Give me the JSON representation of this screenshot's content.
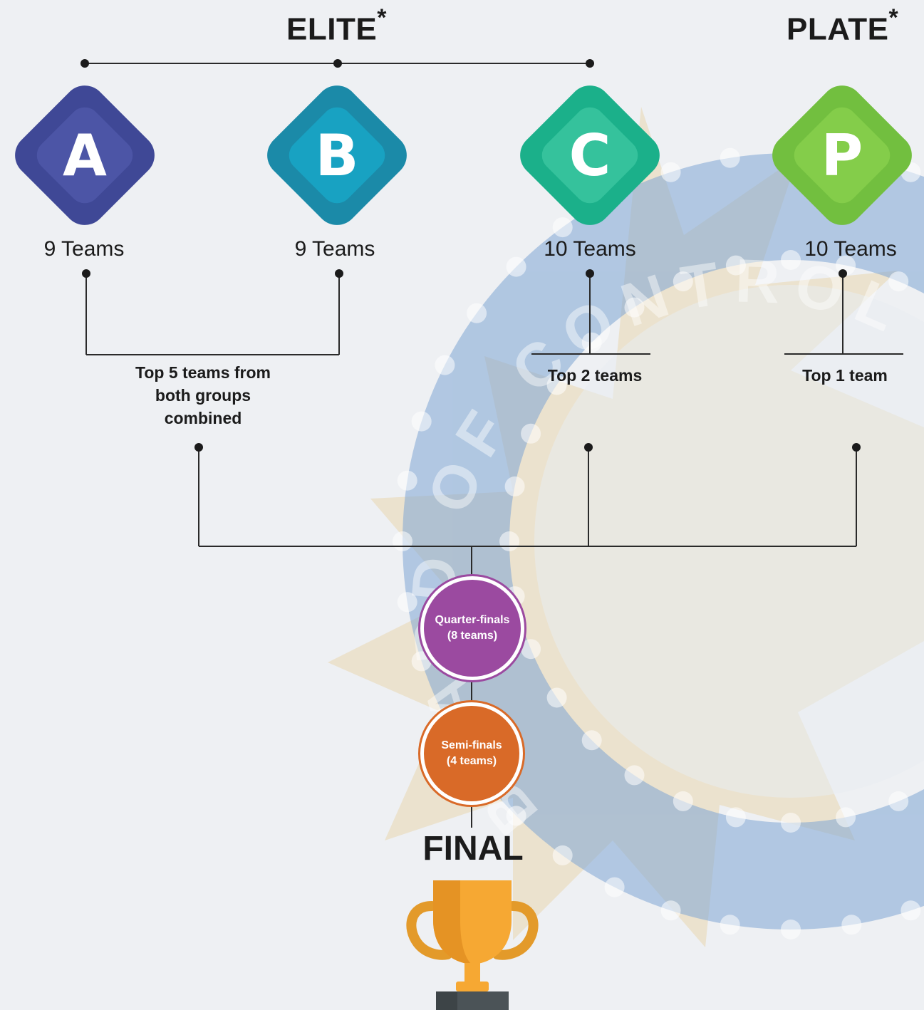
{
  "headers": {
    "elite": "ELITE",
    "elite_mark": "*",
    "plate": "PLATE",
    "plate_mark": "*"
  },
  "groups": [
    {
      "letter": "A",
      "count": "9 Teams",
      "outer_color": "#3f4896",
      "inner_color": "#4c55a6"
    },
    {
      "letter": "B",
      "count": "9 Teams",
      "outer_color": "#1b8aa8",
      "inner_color": "#18a2c2"
    },
    {
      "letter": "C",
      "count": "10 Teams",
      "outer_color": "#1bb08a",
      "inner_color": "#35c29c"
    },
    {
      "letter": "P",
      "count": "10 Teams",
      "outer_color": "#72bf3f",
      "inner_color": "#84cd4a"
    }
  ],
  "qualification": {
    "elite_ab": "Top 5 teams from both groups combined",
    "elite_ab_lines": [
      "Top 5 teams from",
      "both groups",
      "combined"
    ],
    "group_c": "Top 2 teams",
    "plate": "Top 1 team"
  },
  "stages": {
    "quarter_finals": {
      "line1": "Quarter-finals",
      "line2": "(8 teams)",
      "color": "#9b4aa0"
    },
    "semi_finals": {
      "line1": "Semi-finals",
      "line2": "(4 teams)",
      "color": "#d96a28"
    },
    "final": "FINAL"
  },
  "watermark": {
    "text": "BOARD OF CONTROL FOR C",
    "colors": {
      "ring": "#7fa6d4",
      "sun": "#e6c98a"
    }
  },
  "trophy": {
    "cup": "#f6a833",
    "base": "#4b5357"
  }
}
